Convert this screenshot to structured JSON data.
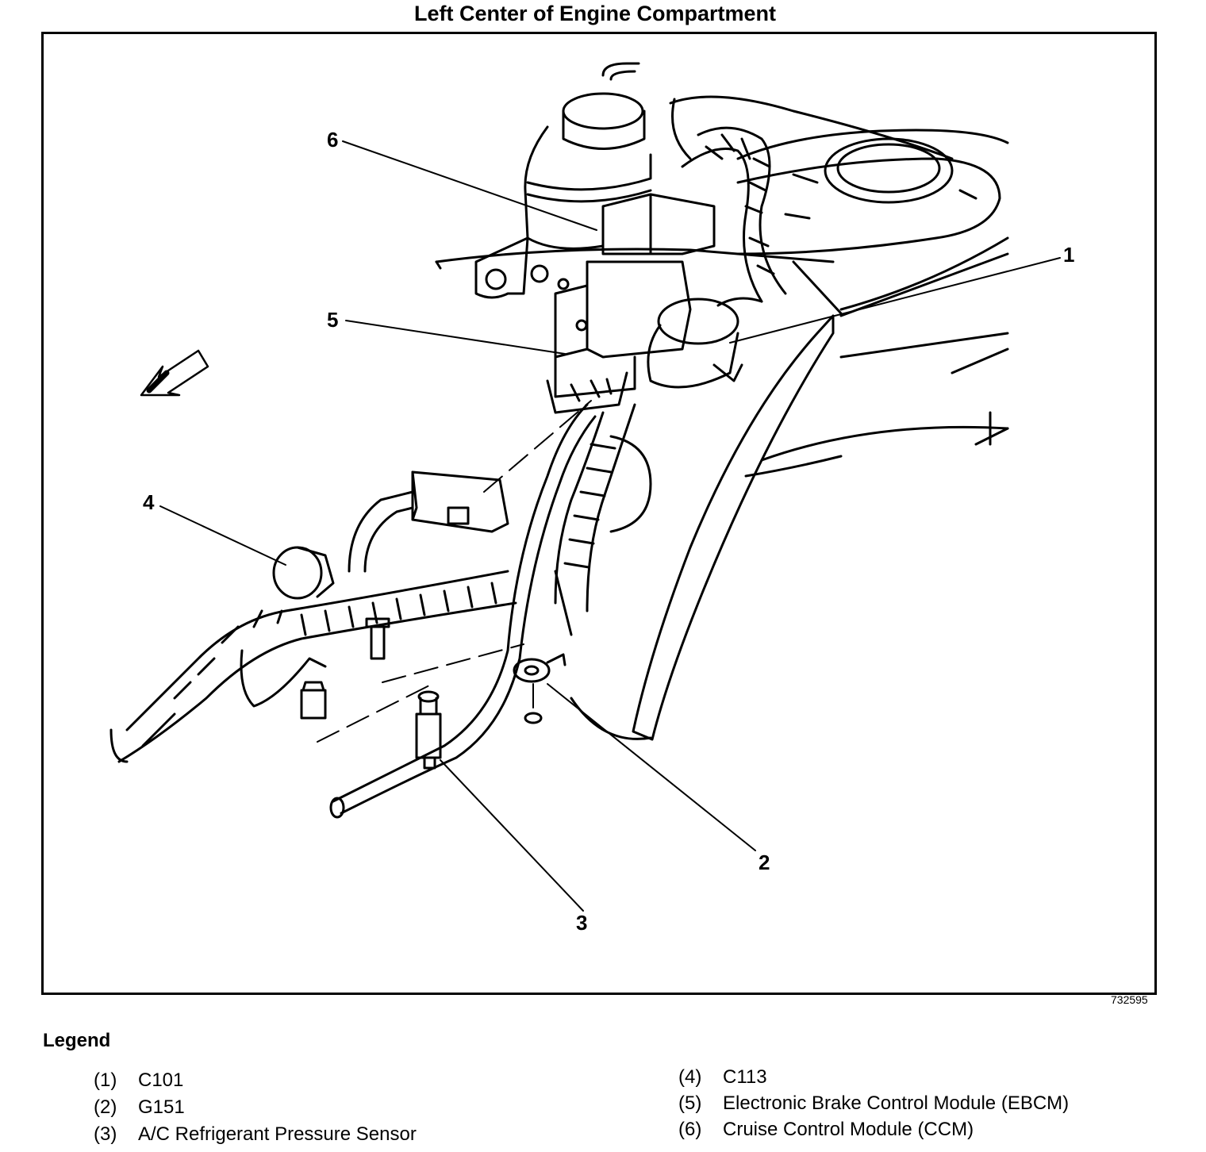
{
  "title": "Left Center of Engine Compartment",
  "figure_id": "732595",
  "callouts": [
    "1",
    "2",
    "3",
    "4",
    "5",
    "6"
  ],
  "legend": {
    "heading": "Legend",
    "items": [
      {
        "num": "(1)",
        "label": "C101"
      },
      {
        "num": "(2)",
        "label": "G151"
      },
      {
        "num": "(3)",
        "label": "A/C Refrigerant Pressure Sensor"
      },
      {
        "num": "(4)",
        "label": "C113"
      },
      {
        "num": "(5)",
        "label": "Electronic Brake Control Module (EBCM)"
      },
      {
        "num": "(6)",
        "label": "Cruise Control Module (CCM)"
      }
    ]
  }
}
